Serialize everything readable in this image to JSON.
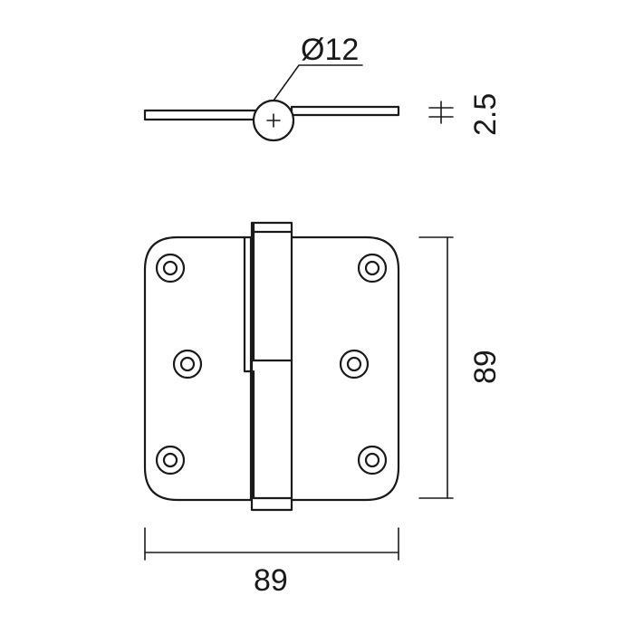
{
  "drawing": {
    "top_view": {
      "pin_diameter_label": "Ø12",
      "thickness_label": "2.5"
    },
    "front_view": {
      "width_label": "89",
      "height_label": "89"
    }
  },
  "colors": {
    "line": "#1a1a1a",
    "background": "#ffffff"
  }
}
